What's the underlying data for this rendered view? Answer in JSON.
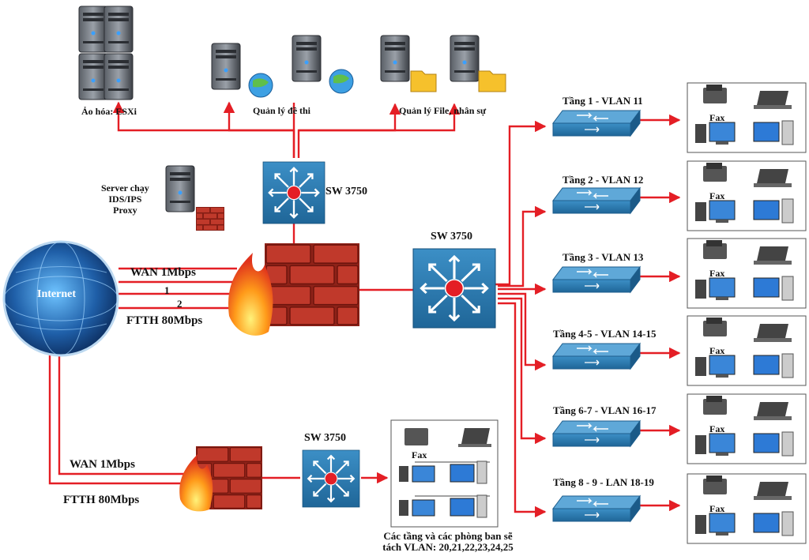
{
  "servers": {
    "virtualization_label": "Ảo hóa: ESXi",
    "exam_label": "Quản lý đề thi",
    "file_label": "Quản lý File, nhân sự",
    "ids_label": "Server chạy\nIDS/IPS\nProxy"
  },
  "internet": {
    "label": "Internet",
    "wan_top": "WAN 1Mbps",
    "line_1": "1",
    "line_2": "2",
    "ftth_top": "FTTH 80Mbps",
    "wan_bottom": "WAN 1Mbps",
    "ftth_bottom": "FTTH 80Mbps"
  },
  "switches": {
    "top": "SW 3750",
    "core": "SW 3750",
    "bottom": "SW 3750"
  },
  "floors": [
    {
      "label": "Tầng 1 - VLAN 11"
    },
    {
      "label": "Tầng 2 - VLAN 12"
    },
    {
      "label": "Tầng 3 - VLAN 13"
    },
    {
      "label": "Tầng 4-5 - VLAN 14-15"
    },
    {
      "label": "Tầng 6-7 - VLAN 16-17"
    },
    {
      "label": "Tầng 8 - 9 - LAN 18-19"
    }
  ],
  "fax_label": "Fax",
  "branch": {
    "fax_label": "Fax",
    "caption": "Các tầng và các phòng ban sẽ\ntách VLAN: 20,21,22,23,24,25"
  },
  "colors": {
    "link": "#e41e25",
    "switch": "#2f7fb6",
    "firewall_brick": "#c0392b",
    "globe": "#1f5fa8"
  },
  "icons": [
    "server-icon",
    "globe-icon",
    "firewall-icon",
    "layer3-switch-icon",
    "layer2-switch-icon",
    "fax-icon",
    "laptop-icon",
    "desktop-icon"
  ]
}
